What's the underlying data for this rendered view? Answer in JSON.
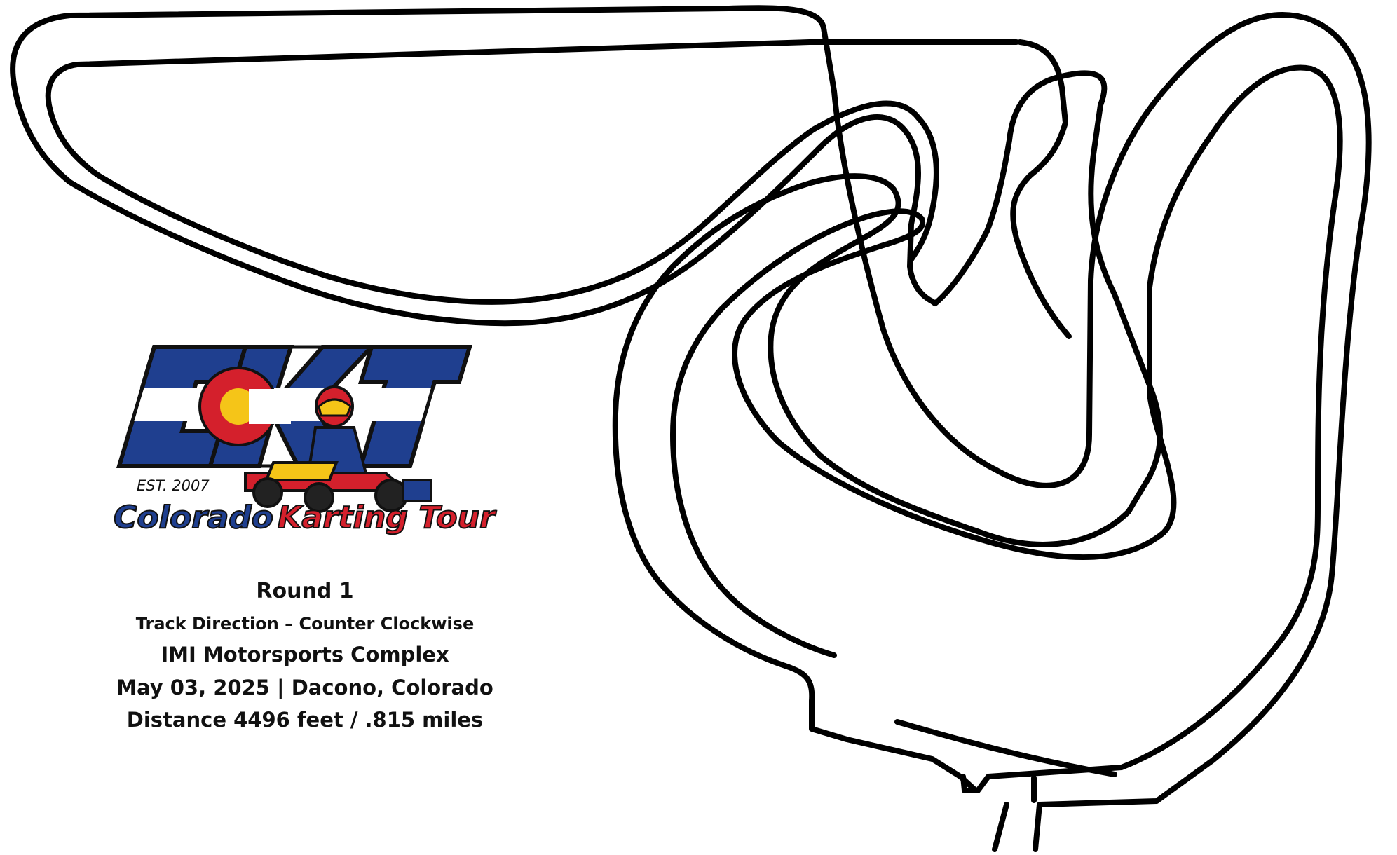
{
  "logo": {
    "letters": "CKT",
    "established": "EST. 2007",
    "name_part1": "Colorado",
    "name_part2": "Karting Tour",
    "colors": {
      "blue": "#1f3f8f",
      "red": "#d4202c",
      "yellow": "#f5c518",
      "white": "#ffffff",
      "outline": "#111111"
    },
    "icons": [
      "colorado-flag-letters",
      "kart-driver-illustration"
    ]
  },
  "event": {
    "round": "Round 1",
    "direction": "Track Direction – Counter Clockwise",
    "venue": "IMI Motorsports Complex",
    "date_location": "May 03, 2025 | Dacono, Colorado",
    "distance": "Distance 4496 feet / .815 miles"
  },
  "track": {
    "line_color": "#000000",
    "icon": "race-track-outline"
  }
}
